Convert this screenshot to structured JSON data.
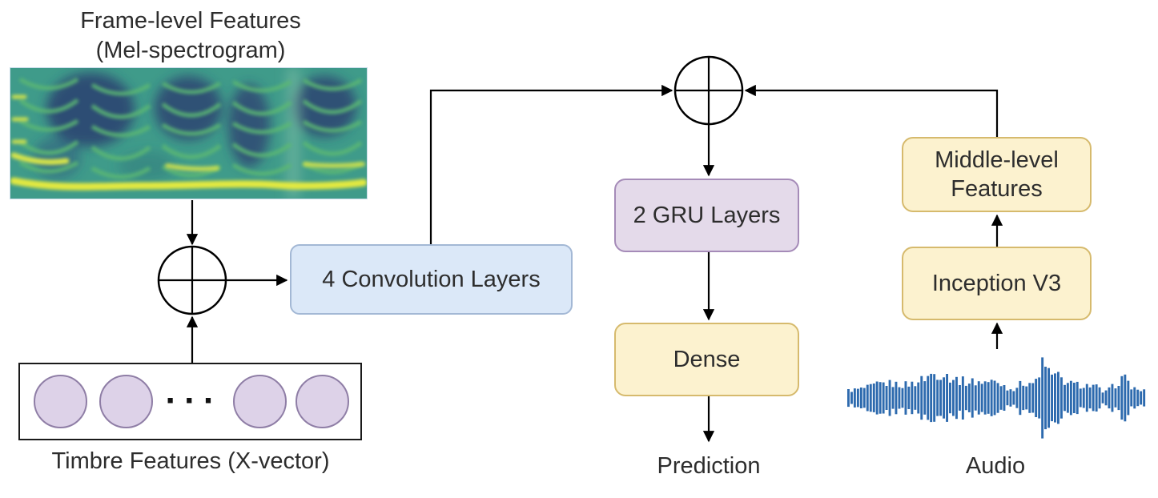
{
  "title": {
    "line1": "Frame-level Features",
    "line2": "(Mel-spectrogram)"
  },
  "boxes": {
    "conv": "4 Convolution Layers",
    "gru": "2 GRU Layers",
    "dense": "Dense",
    "middle_level_line1": "Middle-level",
    "middle_level_line2": "Features",
    "inception": "Inception V3"
  },
  "labels": {
    "timbre": "Timbre Features (X-vector)",
    "prediction": "Prediction",
    "audio": "Audio",
    "ellipsis": "···"
  },
  "colors": {
    "box_blue_fill": "#dbe8f8",
    "box_blue_border": "#a3b8d5",
    "box_purple_fill": "#e4daea",
    "box_purple_border": "#a58bb8",
    "box_yellow_fill": "#fcf2cf",
    "box_yellow_border": "#d6ba6d",
    "neuron_fill": "#ddd2e8",
    "neuron_border": "#8f7ea6",
    "waveform_blue": "#2d6aae",
    "text_color": "#2d2d2d",
    "line_color": "#000000"
  }
}
